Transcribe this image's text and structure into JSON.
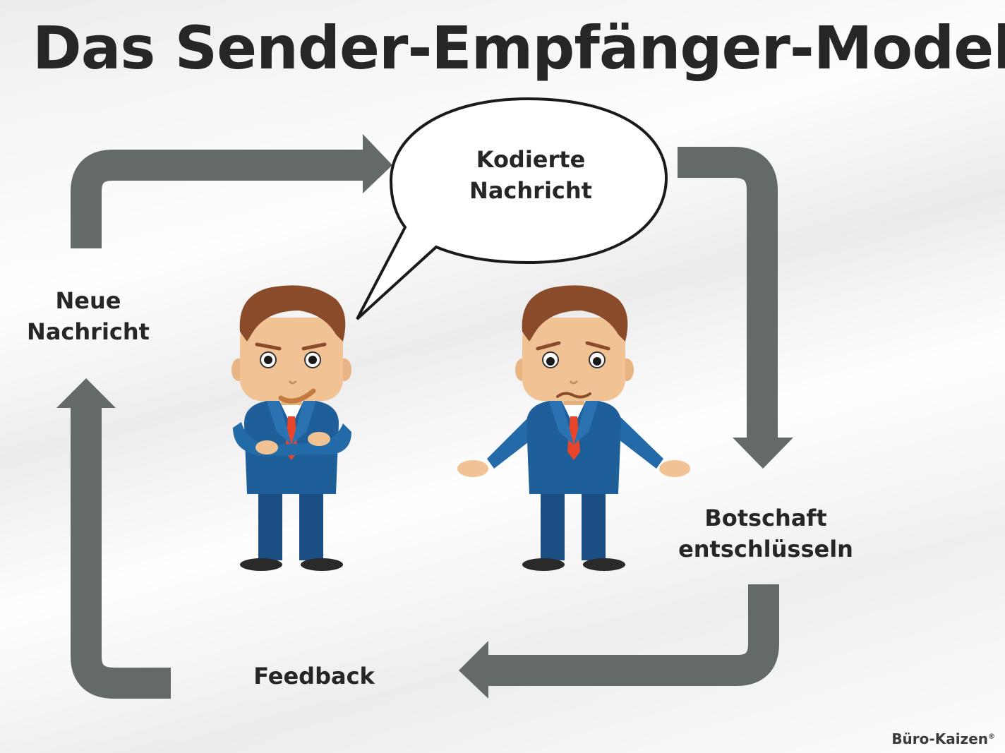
{
  "title": "Das Sender-Empfänger-Modell",
  "bubble": {
    "line1": "Kodierte",
    "line2": "Nachricht"
  },
  "labels": {
    "neue_line1": "Neue",
    "neue_line2": "Nachricht",
    "botschaft_line1": "Botschaft",
    "botschaft_line2": "entschlüsseln",
    "feedback": "Feedback"
  },
  "brand": {
    "name": "Büro-Kaizen",
    "mark": "®"
  },
  "colors": {
    "arrow": "#636a68",
    "suit": "#1f5f99",
    "hair": "#8a4b2b",
    "skin": "#f1c394",
    "tie": "#e8452b",
    "text": "#262626"
  }
}
